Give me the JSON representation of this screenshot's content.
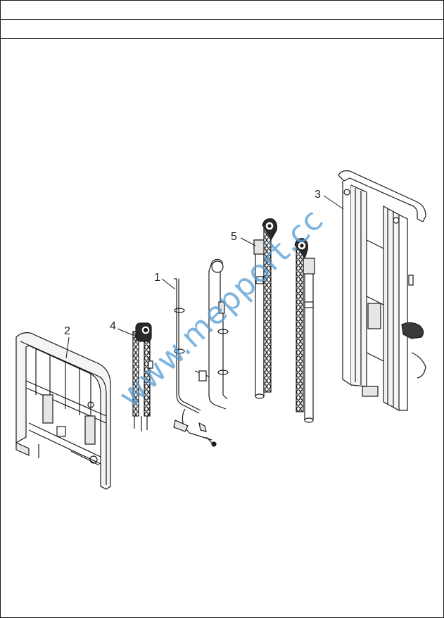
{
  "callouts": {
    "c1": "1",
    "c2": "2",
    "c3": "3",
    "c4": "4",
    "c5": "5"
  },
  "watermark": "www.mepport.cc",
  "colors": {
    "line": "#1a1a1a",
    "watermark": "#5a9fd6",
    "shade": "#d9d9d9"
  }
}
